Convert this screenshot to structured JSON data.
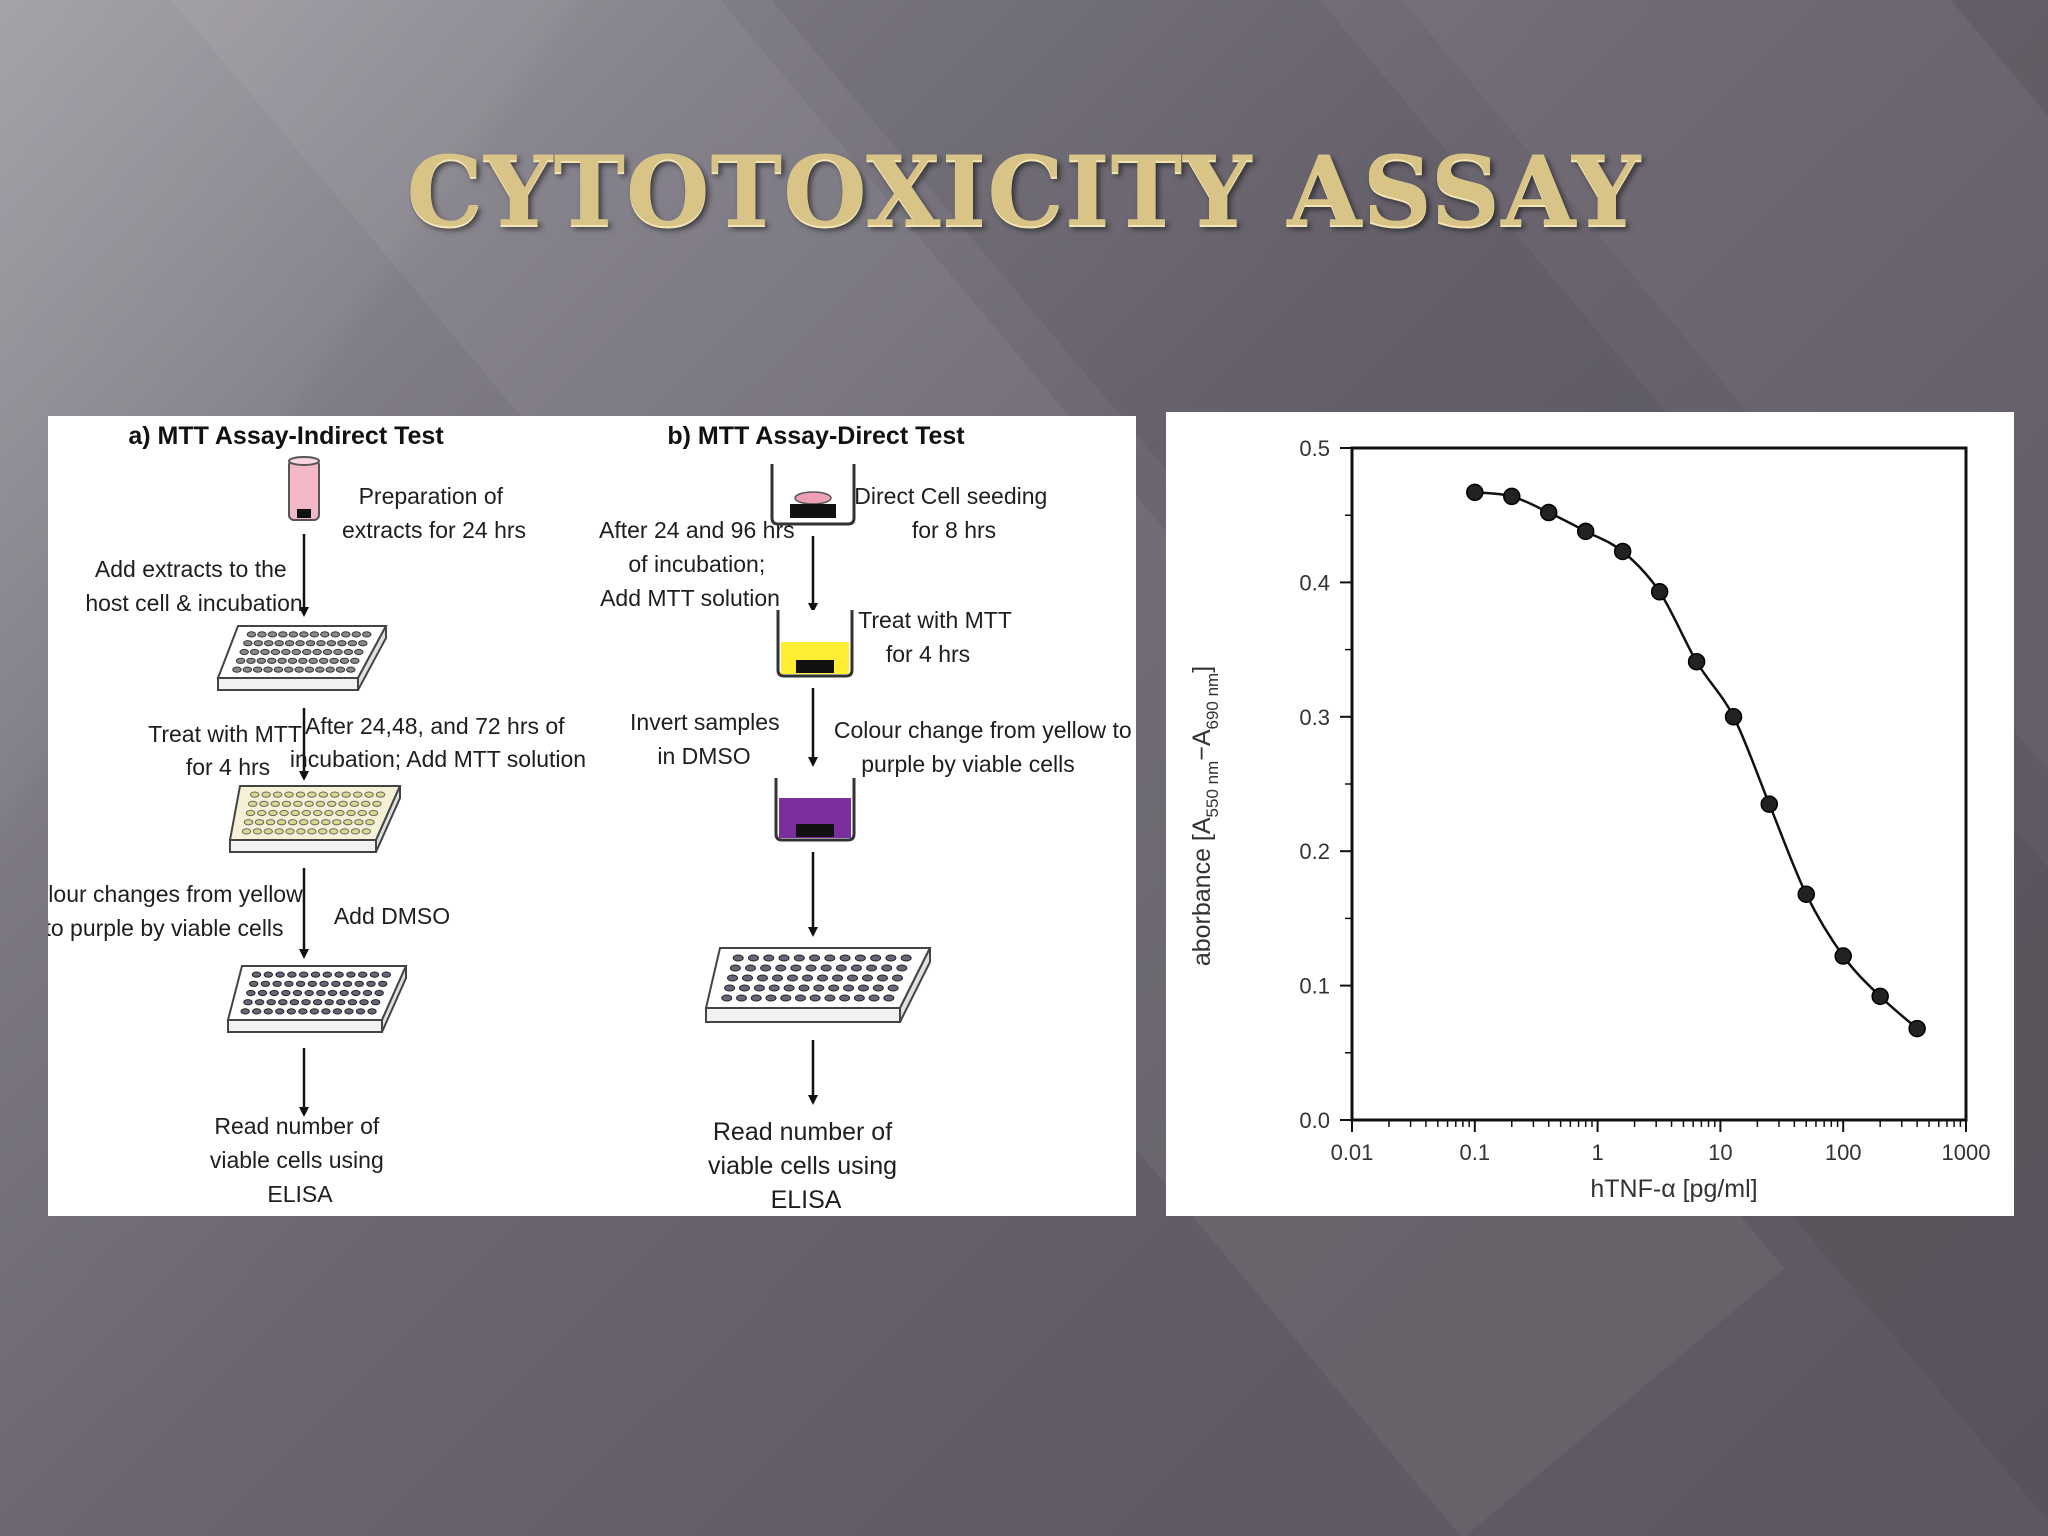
{
  "slide": {
    "title": "CYTOTOXICITY ASSAY"
  },
  "flowchart": {
    "indirect": {
      "heading": "a) MTT Assay-Indirect Test",
      "steps": [
        [
          "Preparation of",
          "extracts for 24 hrs"
        ],
        [
          "Add extracts to the",
          "host cell & incubation"
        ],
        [
          "Treat with MTT",
          "for 4 hrs"
        ],
        [
          "After 24,48, and 72 hrs of",
          "incubation; Add MTT solution"
        ],
        [
          "Colour changes from yellow",
          "to purple by viable cells"
        ],
        [
          "Add DMSO"
        ],
        [
          "Read number of",
          "viable cells using",
          "ELISA"
        ]
      ]
    },
    "direct": {
      "heading": "b) MTT Assay-Direct Test",
      "steps": [
        [
          "Direct Cell seeding",
          "for 8 hrs"
        ],
        [
          "After 24 and 96 hrs",
          "of incubation;",
          "Add MTT solution"
        ],
        [
          "Treat with MTT",
          "for 4 hrs"
        ],
        [
          "Invert samples",
          "in DMSO"
        ],
        [
          "Colour change from yellow to",
          "purple by viable cells"
        ],
        [
          "Read number of",
          "viable cells using",
          "ELISA"
        ]
      ]
    },
    "colors": {
      "extract_pink": "#f2b8c8",
      "cell_pink": "#ee9fb6",
      "mtt_yellow": "#ffee33",
      "purple": "#7b2f9e",
      "yellow_wells": "#ddd98c"
    }
  },
  "chart_data": {
    "type": "scatter",
    "xscale": "log",
    "xlim": [
      0.01,
      1000
    ],
    "ylim": [
      0,
      0.5
    ],
    "xticks": [
      "0.01",
      "0.1",
      "1",
      "10",
      "100",
      "1000"
    ],
    "yticks": [
      "0.0",
      "0.1",
      "0.2",
      "0.3",
      "0.4",
      "0.5"
    ],
    "xlabel": "hTNF-α [pg/ml]",
    "ylabel_main": "aborbance [A",
    "ylabel_sub1": "550 nm",
    "ylabel_mid": "−A",
    "ylabel_sub2": "690 nm",
    "ylabel_end": "]",
    "fit_curve": true,
    "points": [
      {
        "x": 0.1,
        "y": 0.467
      },
      {
        "x": 0.2,
        "y": 0.464
      },
      {
        "x": 0.4,
        "y": 0.452
      },
      {
        "x": 0.8,
        "y": 0.438
      },
      {
        "x": 1.6,
        "y": 0.423
      },
      {
        "x": 3.2,
        "y": 0.393
      },
      {
        "x": 6.4,
        "y": 0.341
      },
      {
        "x": 12.8,
        "y": 0.3
      },
      {
        "x": 25,
        "y": 0.235
      },
      {
        "x": 50,
        "y": 0.168
      },
      {
        "x": 100,
        "y": 0.122
      },
      {
        "x": 200,
        "y": 0.092
      },
      {
        "x": 400,
        "y": 0.068
      }
    ]
  }
}
